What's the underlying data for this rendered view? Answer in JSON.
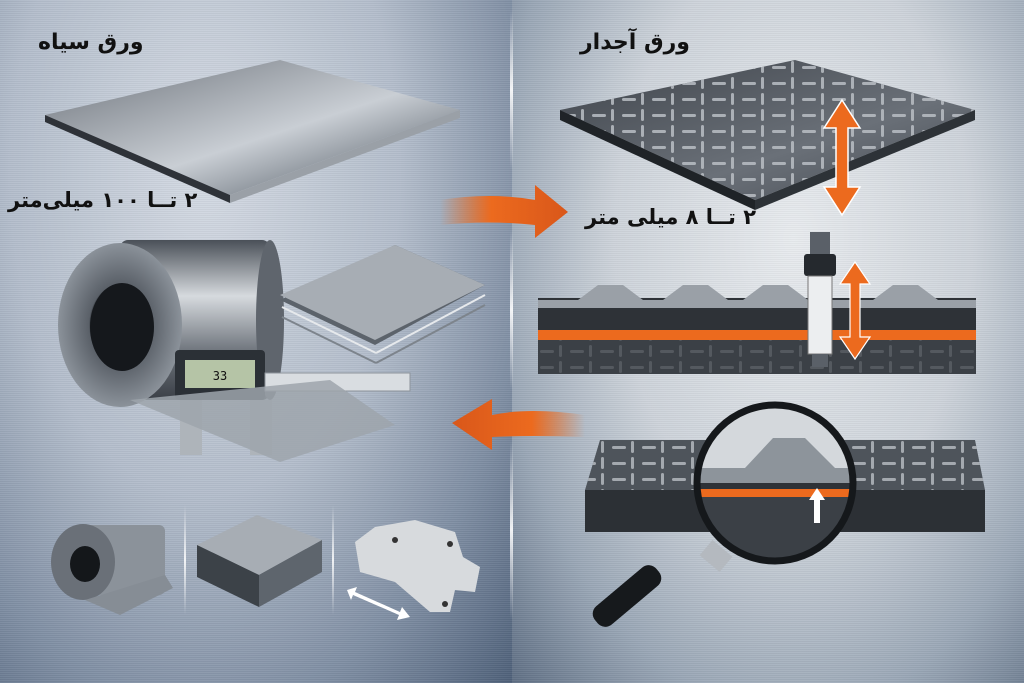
{
  "left_panel": {
    "title": "ورق سیاه",
    "thickness_range": "۲ تــا ۱۰۰ میلی‌متر",
    "caliper_display": "33",
    "items": [
      "flat-steel-sheet",
      "steel-coil",
      "stacked-sheets",
      "digital-caliper"
    ],
    "bottom_icons": [
      "coil-icon",
      "stacked-plates-icon",
      "cut-sheet-part-icon"
    ]
  },
  "right_panel": {
    "title": "ورق آجدار",
    "thickness_range": "۲ تــا ۸ میلی متر",
    "items": [
      "checker-plate",
      "cross-section-with-gauge",
      "magnifier-over-checker-plate"
    ]
  },
  "arrows": [
    {
      "direction": "right",
      "color": "#e8661c"
    },
    {
      "direction": "left",
      "color": "#e8661c"
    }
  ],
  "colors": {
    "accent_orange": "#ec6a1e",
    "steel_dark": "#3a3f46",
    "steel_light": "#c9ced4",
    "bg_blue": "#56687f"
  }
}
